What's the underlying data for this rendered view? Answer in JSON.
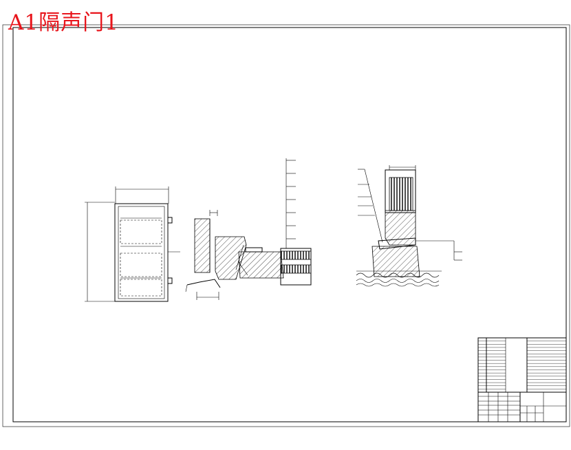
{
  "sheet": {
    "stamp_label": "A1隔声门1"
  },
  "title_block": {
    "left_rows": 17,
    "right_rows": 17
  }
}
